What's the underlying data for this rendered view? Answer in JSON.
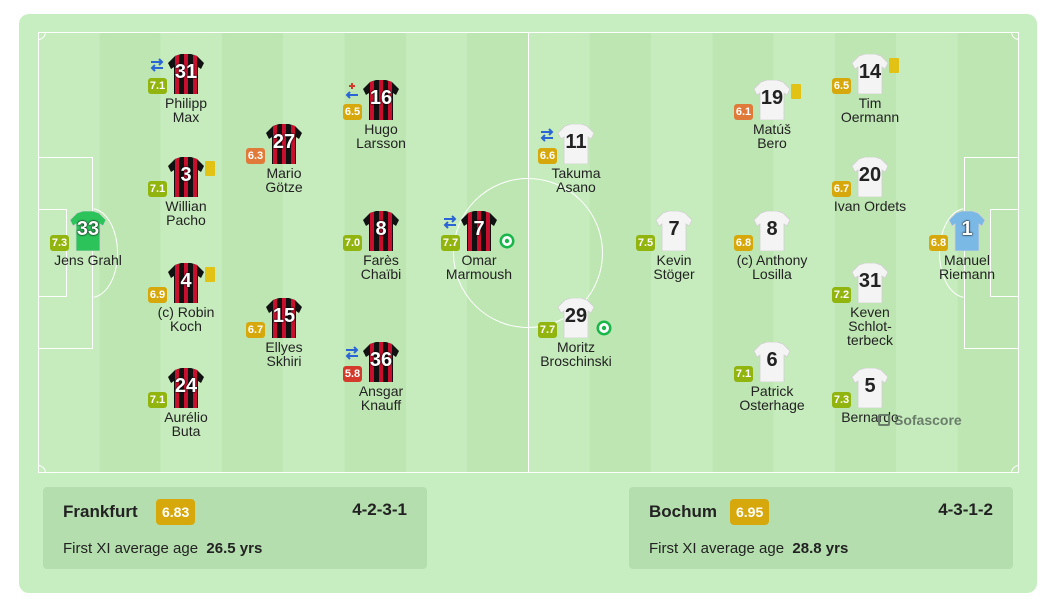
{
  "home": {
    "name": "Frankfurt",
    "rating": "6.83",
    "formation": "4-2-3-1",
    "age_label": "First XI average age",
    "age_value": "26.5 yrs",
    "rating_color": "#d6a80c",
    "players": [
      {
        "number": "31",
        "name": "Philipp\nMax",
        "rating": "7.1",
        "rating_color": "#92b40e",
        "sub": "out"
      },
      {
        "number": "3",
        "name": "Willian\nPacho",
        "rating": "7.1",
        "rating_color": "#92b40e",
        "card": "yellow"
      },
      {
        "number": "33",
        "name": "Jens Grahl",
        "rating": "7.3",
        "rating_color": "#92b40e",
        "goalkeeper": true
      },
      {
        "number": "4",
        "name": "(c) Robin\nKoch",
        "rating": "6.9",
        "rating_color": "#d6a80c",
        "card": "yellow"
      },
      {
        "number": "24",
        "name": "Aurélio\nButa",
        "rating": "7.1",
        "rating_color": "#92b40e"
      },
      {
        "number": "27",
        "name": "Mario\nGötze",
        "rating": "6.3",
        "rating_color": "#e07a3a"
      },
      {
        "number": "15",
        "name": "Ellyes\nSkhiri",
        "rating": "6.7",
        "rating_color": "#d6a80c"
      },
      {
        "number": "16",
        "name": "Hugo\nLarsson",
        "rating": "6.5",
        "rating_color": "#d6a80c",
        "sub": "injury"
      },
      {
        "number": "8",
        "name": "Farès\nChaïbi",
        "rating": "7.0",
        "rating_color": "#92b40e"
      },
      {
        "number": "36",
        "name": "Ansgar\nKnauff",
        "rating": "5.8",
        "rating_color": "#d33a2c",
        "sub": "out"
      },
      {
        "number": "7",
        "name": "Omar\nMarmoush",
        "rating": "7.7",
        "rating_color": "#92b40e",
        "sub": "out",
        "goal": true
      }
    ]
  },
  "away": {
    "name": "Bochum",
    "rating": "6.95",
    "formation": "4-3-1-2",
    "age_label": "First XI average age",
    "age_value": "28.8 yrs",
    "rating_color": "#d6a80c",
    "players": [
      {
        "number": "11",
        "name": "Takuma\nAsano",
        "rating": "6.6",
        "rating_color": "#d6a80c",
        "sub": "out"
      },
      {
        "number": "29",
        "name": "Moritz\nBroschinski",
        "rating": "7.7",
        "rating_color": "#92b40e",
        "goal": true
      },
      {
        "number": "7",
        "name": "Kevin\nStöger",
        "rating": "7.5",
        "rating_color": "#92b40e"
      },
      {
        "number": "19",
        "name": "Matúš\nBero",
        "rating": "6.1",
        "rating_color": "#e07a3a",
        "card": "yellow"
      },
      {
        "number": "8",
        "name": "(c) Anthony\nLosilla",
        "rating": "6.8",
        "rating_color": "#d6a80c"
      },
      {
        "number": "6",
        "name": "Patrick\nOsterhage",
        "rating": "7.1",
        "rating_color": "#92b40e"
      },
      {
        "number": "14",
        "name": "Tim\nOermann",
        "rating": "6.5",
        "rating_color": "#d6a80c",
        "card": "yellow"
      },
      {
        "number": "20",
        "name": "Ivan Ordets",
        "rating": "6.7",
        "rating_color": "#d6a80c"
      },
      {
        "number": "31",
        "name": "Keven\nSchlot-\nterbeck",
        "rating": "7.2",
        "rating_color": "#92b40e"
      },
      {
        "number": "5",
        "name": "Bernardo",
        "rating": "7.3",
        "rating_color": "#92b40e"
      },
      {
        "number": "1",
        "name": "Manuel\nRiemann",
        "rating": "6.8",
        "rating_color": "#d6a80c",
        "goalkeeper": true
      }
    ]
  },
  "colors": {
    "home_kit_stripe": "#c8102e",
    "home_kit_base": "#111111",
    "home_gk_kit": "#2cc35b",
    "away_kit": "#f4f4f4",
    "away_gk_kit": "#7ab8e6",
    "yellow_card": "#e3c216",
    "goal_icon": "#19b64a"
  },
  "branding": "Sofascore"
}
